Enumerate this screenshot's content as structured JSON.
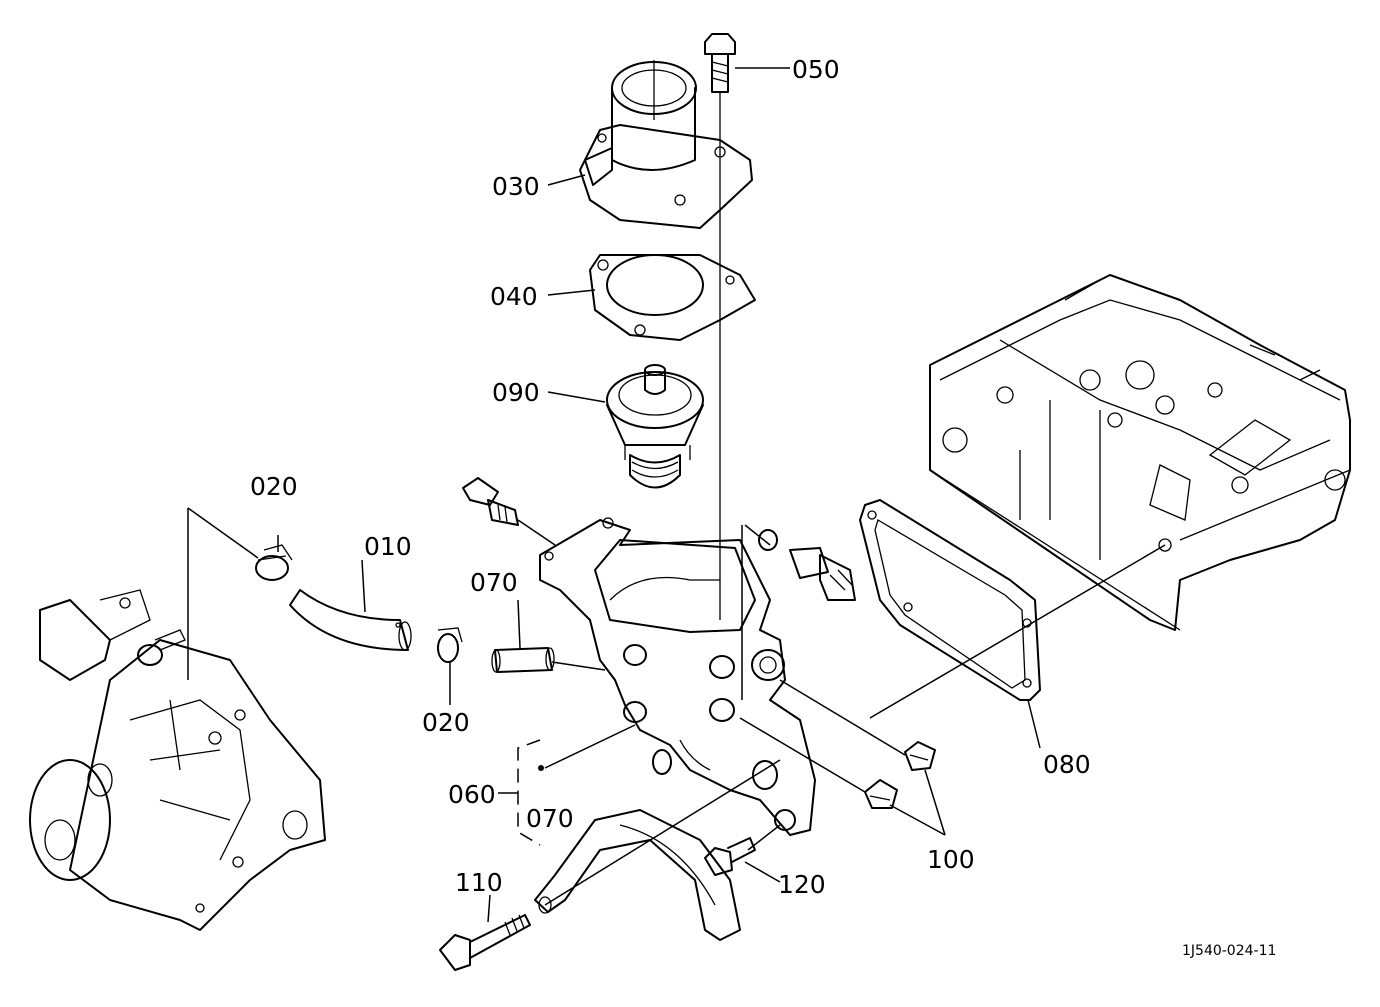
{
  "diagram": {
    "drawing_code": "1J540-024-11",
    "labels": {
      "p010": "010",
      "p020_top": "020",
      "p020_bottom": "020",
      "p030": "030",
      "p040": "040",
      "p050": "050",
      "p060": "060",
      "p070_upper": "070",
      "p070_lower": "070",
      "p080": "080",
      "p090": "090",
      "p100": "100",
      "p110": "110",
      "p120": "120"
    }
  }
}
